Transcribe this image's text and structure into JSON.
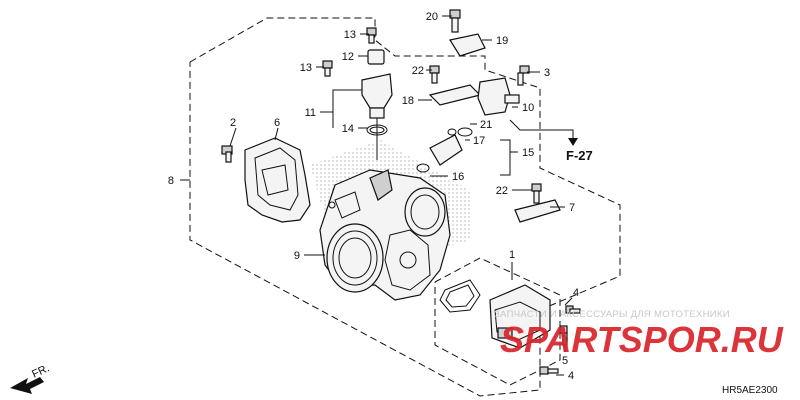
{
  "diagram": {
    "code": "HR5AE2300",
    "ref_label": "F-27",
    "front_label": "FR.",
    "callouts": {
      "c1": "1",
      "c2": "2",
      "c3": "3",
      "c4a": "4",
      "c4b": "4",
      "c5": "5",
      "c6": "6",
      "c7": "7",
      "c8": "8",
      "c9": "9",
      "c10": "10",
      "c11": "11",
      "c12": "12",
      "c13a": "13",
      "c13b": "13",
      "c14": "14",
      "c15": "15",
      "c16": "16",
      "c17": "17",
      "c18": "18",
      "c19": "19",
      "c20": "20",
      "c21": "21",
      "c22a": "22",
      "c22b": "22"
    }
  },
  "watermark": {
    "tagline": "ЗАПЧАСТИ И АКСЕССУАРЫ ДЛЯ МОТОТЕХНИКИ",
    "brand": "SPARTSPOR.RU"
  }
}
